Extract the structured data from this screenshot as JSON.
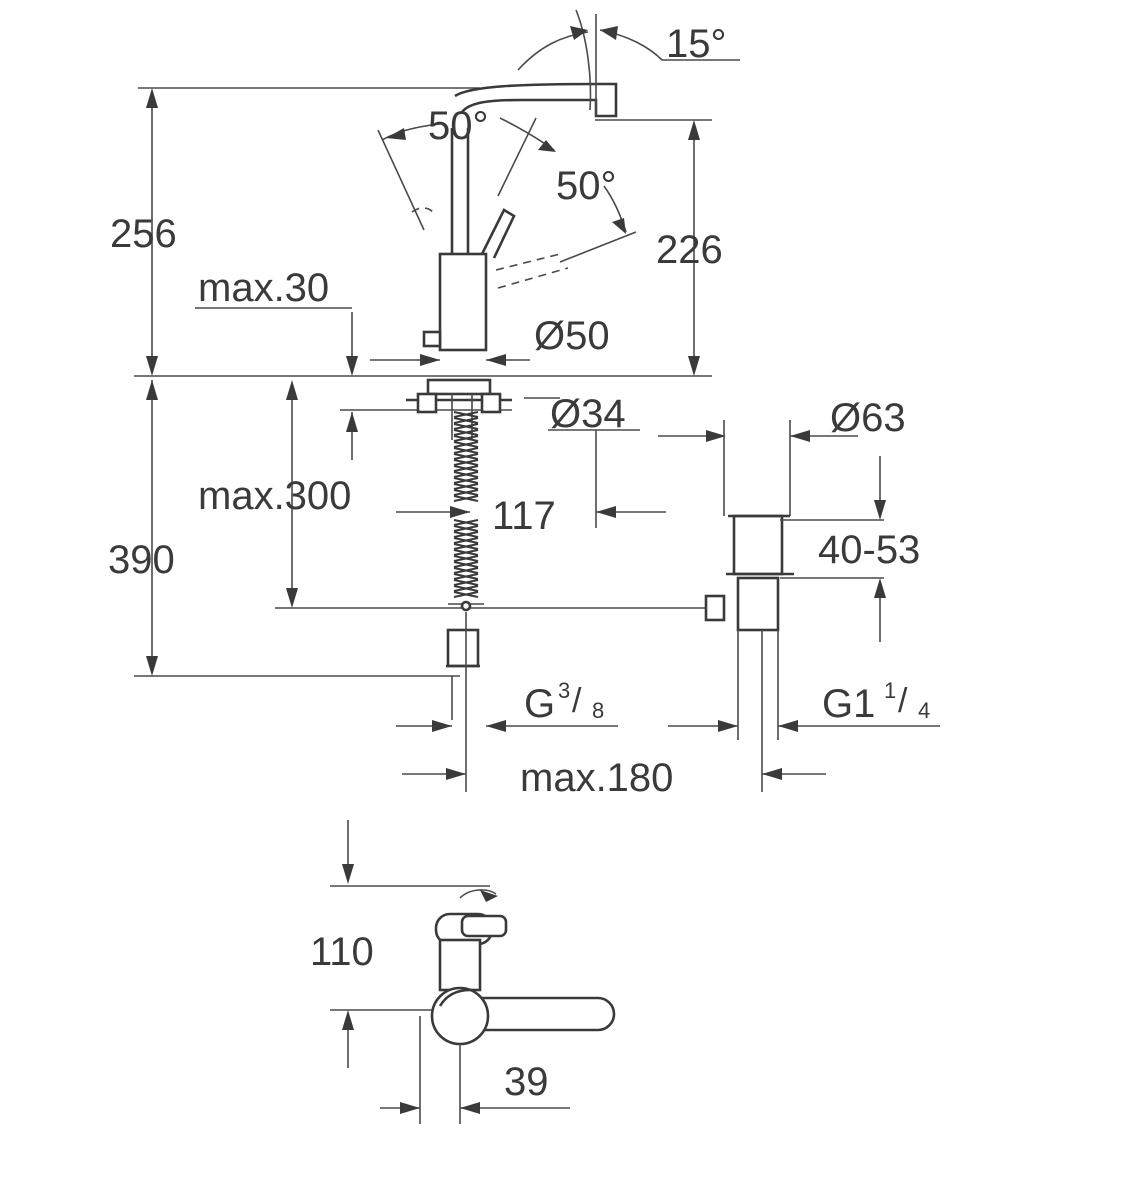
{
  "diagram": {
    "dimensions": {
      "spout_angle": "15°",
      "lever_angle_left": "50°",
      "lever_angle_right": "50°",
      "total_height": "256",
      "spout_height": "226",
      "max_deck_thickness": "max.30",
      "body_diameter": "Ø50",
      "hole_diameter": "Ø34",
      "max_hose_length": "max.300",
      "waste_offset": "117",
      "waste_diameter": "Ø63",
      "waste_range": "40-53",
      "below_deck_height": "390",
      "supply_thread": {
        "prefix": "G",
        "numerator": "3",
        "denominator": "8"
      },
      "waste_thread": {
        "prefix": "G1",
        "numerator": "1",
        "denominator": "4"
      },
      "max_waste_distance": "max.180",
      "spout_projection": "110",
      "lever_offset": "39"
    },
    "colors": {
      "line": "#3a3a3a",
      "background": "#ffffff"
    }
  }
}
